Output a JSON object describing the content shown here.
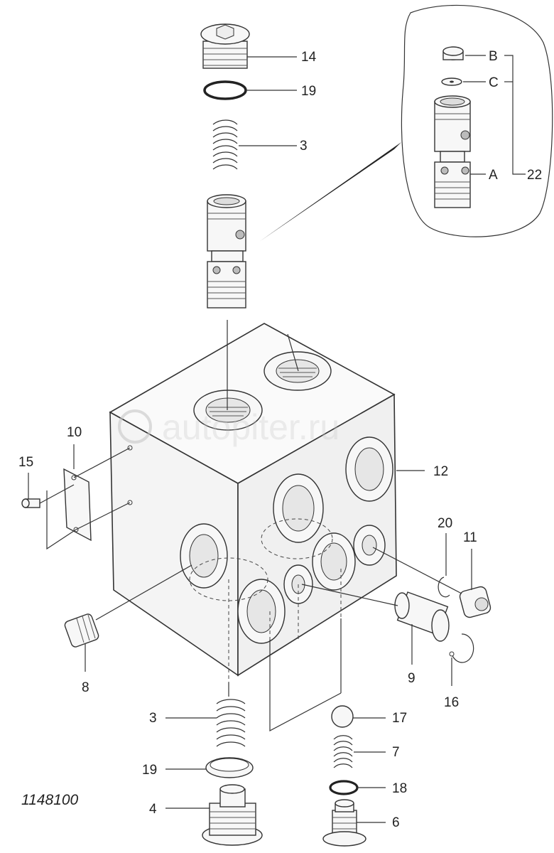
{
  "watermark": "autopiter.ru",
  "figure_number": "1148100",
  "labels": {
    "p14": "14",
    "p19_top": "19",
    "p3_top": "3",
    "pB": "B",
    "pC": "C",
    "pA": "A",
    "p22": "22",
    "p10": "10",
    "p15": "15",
    "p12": "12",
    "p20": "20",
    "p11": "11",
    "p9": "9",
    "p16": "16",
    "p8": "8",
    "p3_bot": "3",
    "p17": "17",
    "p19_bot": "19",
    "p7": "7",
    "p18": "18",
    "p4": "4",
    "p6": "6"
  }
}
